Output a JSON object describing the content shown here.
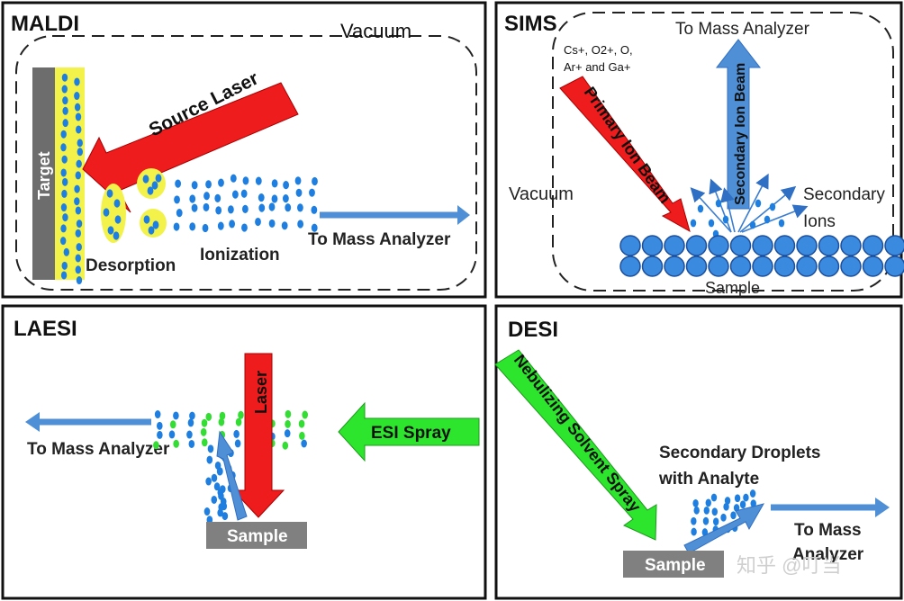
{
  "maldi": {
    "title": "MALDI",
    "vacuum": "Vacuum",
    "target": "Target",
    "source_laser": "Source Laser",
    "desorption": "Desorption",
    "ionization": "Ionization",
    "to_mass_analyzer": "To Mass Analyzer"
  },
  "sims": {
    "title": "SIMS",
    "to_mass_analyzer": "To Mass Analyzer",
    "ions_line1": "Cs+, O2+, O,",
    "ions_line2": "Ar+ and Ga+",
    "primary_beam": "Primary Ion Beam",
    "secondary_beam": "Secondary Ion Beam",
    "vacuum": "Vacuum",
    "secondary_line1": "Secondary",
    "secondary_line2": "Ions",
    "sample": "Sample"
  },
  "laesi": {
    "title": "LAESI",
    "to_mass_analyzer": "To Mass Analyzer",
    "laser": "Laser",
    "esi_spray": "ESI  Spray",
    "sample": "Sample"
  },
  "desi": {
    "title": "DESI",
    "nebulizing": "Nebulizing Solvent Spray",
    "droplets_line1": "Secondary Droplets",
    "droplets_line2": "with Analyte",
    "to_mass_line1": "To Mass",
    "to_mass_line2": "Analyzer",
    "sample": "Sample"
  },
  "watermark": "知乎 @叮当",
  "colors": {
    "red_arrow": "#ee1c1c",
    "blue_arrow": "#4f8fd6",
    "green_arrow": "#2ee52e",
    "dot_blue": "#1e7fe0",
    "dot_green": "#33dd33",
    "target_yellow": "#f2f24a",
    "target_gray": "#6d6d6d",
    "sample_gray": "#808080"
  }
}
